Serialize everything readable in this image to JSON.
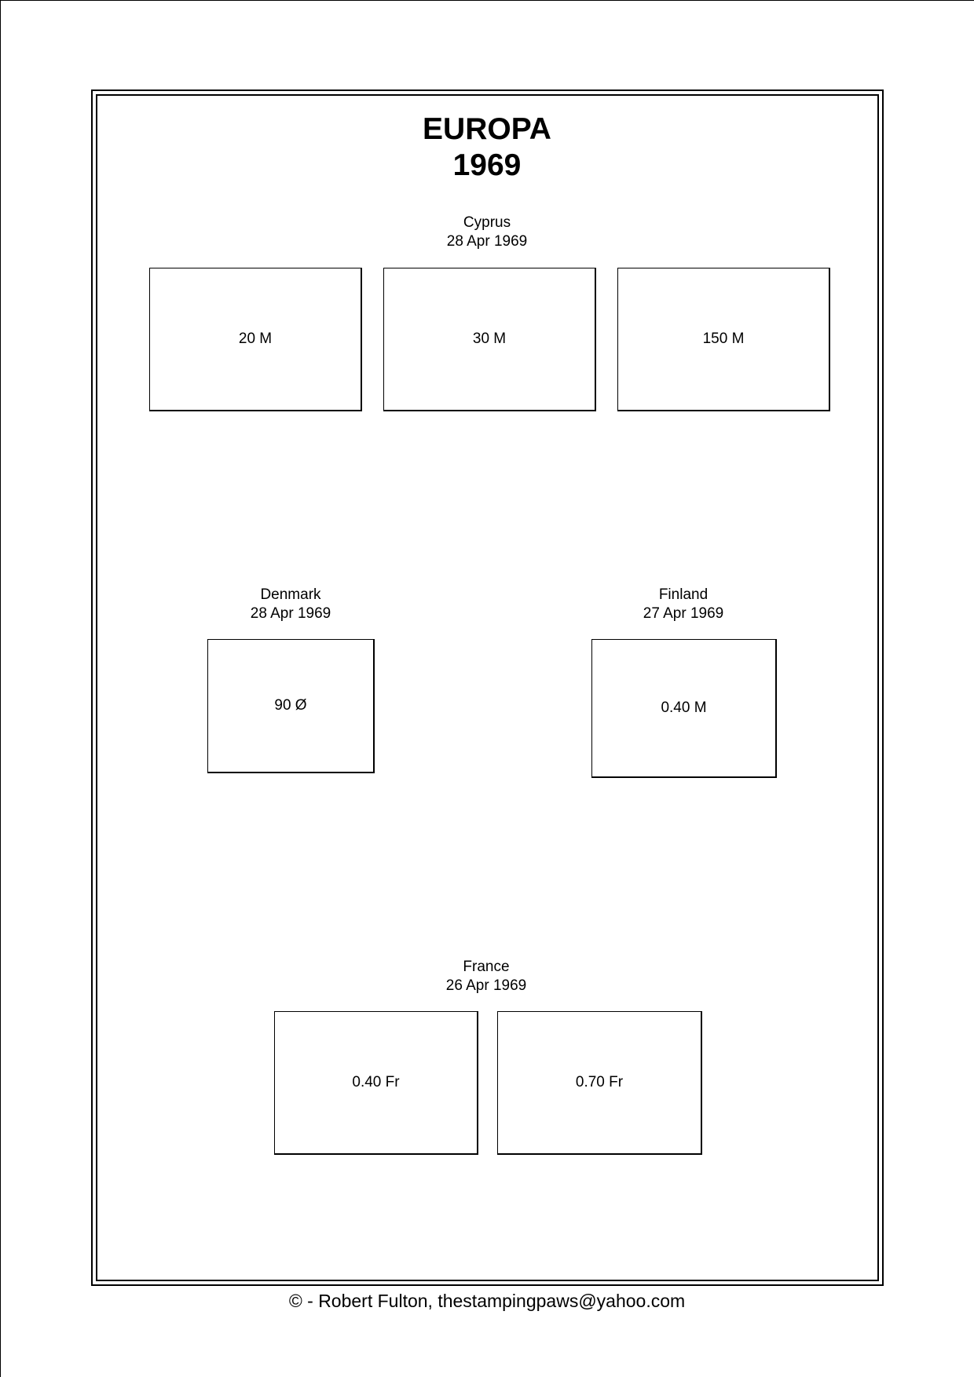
{
  "title": {
    "line1": "EUROPA",
    "line2": "1969"
  },
  "groups": {
    "cyprus": {
      "country": "Cyprus",
      "date": "28 Apr 1969",
      "stamps": [
        "20 M",
        "30 M",
        "150 M"
      ]
    },
    "denmark": {
      "country": "Denmark",
      "date": "28 Apr 1969",
      "stamps": [
        "90 Ø"
      ]
    },
    "finland": {
      "country": "Finland",
      "date": "27 Apr 1969",
      "stamps": [
        "0.40 M"
      ]
    },
    "france": {
      "country": "France",
      "date": "26 Apr 1969",
      "stamps": [
        "0.40 Fr",
        "0.70 Fr"
      ]
    }
  },
  "footer": {
    "text": "© -  Robert Fulton, thestampingpaws@yahoo.com"
  }
}
